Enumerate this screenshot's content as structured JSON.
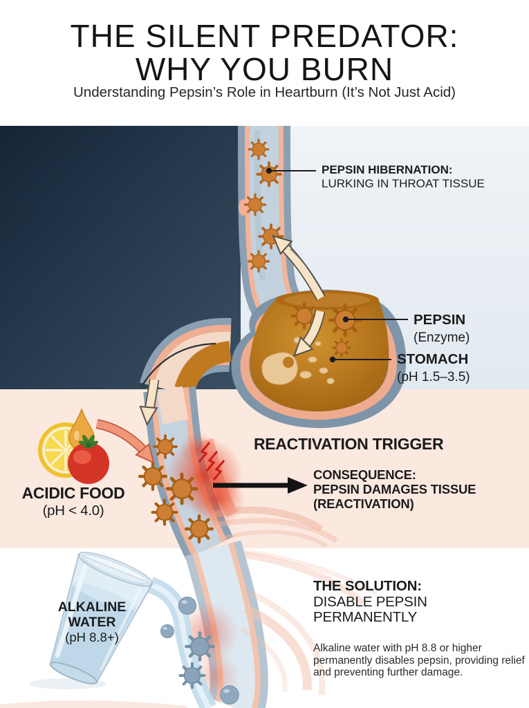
{
  "header": {
    "title_line1": "THE SILENT PREDATOR:",
    "title_line2": "WHY YOU BURN",
    "subtitle": "Understanding Pepsin’s Role in Heartburn (It’s Not Just Acid)"
  },
  "sec1": {
    "hibernation_line1": "PEPSIN HIBERNATION:",
    "hibernation_line2": "LURKING IN THROAT TISSUE",
    "pepsin_label": "PEPSIN",
    "pepsin_sub": "(Enzyme)",
    "stomach_label": "STOMACH",
    "stomach_sub": "(pH 1.5–3.5)"
  },
  "sec2": {
    "acidic_label": "ACIDIC FOOD",
    "acidic_sub": "(pH < 4.0)",
    "trigger": "REACTIVATION TRIGGER",
    "consequence_line1": "CONSEQUENCE:",
    "consequence_line2": "PEPSIN DAMAGES TISSUE",
    "consequence_line3": "(REACTIVATION)"
  },
  "sec3": {
    "glass_line1": "ALKALINE",
    "glass_line2": "WATER",
    "glass_line3": "(pH 8.8+)",
    "solution_line1": "THE SOLUTION:",
    "solution_line2": "DISABLE PEPSIN",
    "solution_line3": "PERMANENTLY",
    "body": "Alkaline water with pH 8.8 or higher permanently disables pepsin, providing relief and preventing further damage."
  },
  "colors": {
    "navy_panel": "#18293c",
    "light_panel": "#edf1f5",
    "pink_panel": "#fbe9e0",
    "pepsin_orange": "#cc7f33",
    "stomach_liquid": "#b06c15",
    "inflammation_red": "#e23a1d",
    "water_blue": "#c2dcec",
    "text_dark": "#1b1b1b"
  },
  "illustrations": {
    "esophagus": "esophagus-cross-section",
    "stomach": "stomach-with-acid",
    "pepsin": "pepsin-enzyme-ball",
    "lemon": "lemon-slice",
    "tomato": "tomato",
    "droplet": "acid-droplet",
    "glass": "glass-of-alkaline-water",
    "lightning": "irritation-spark"
  }
}
